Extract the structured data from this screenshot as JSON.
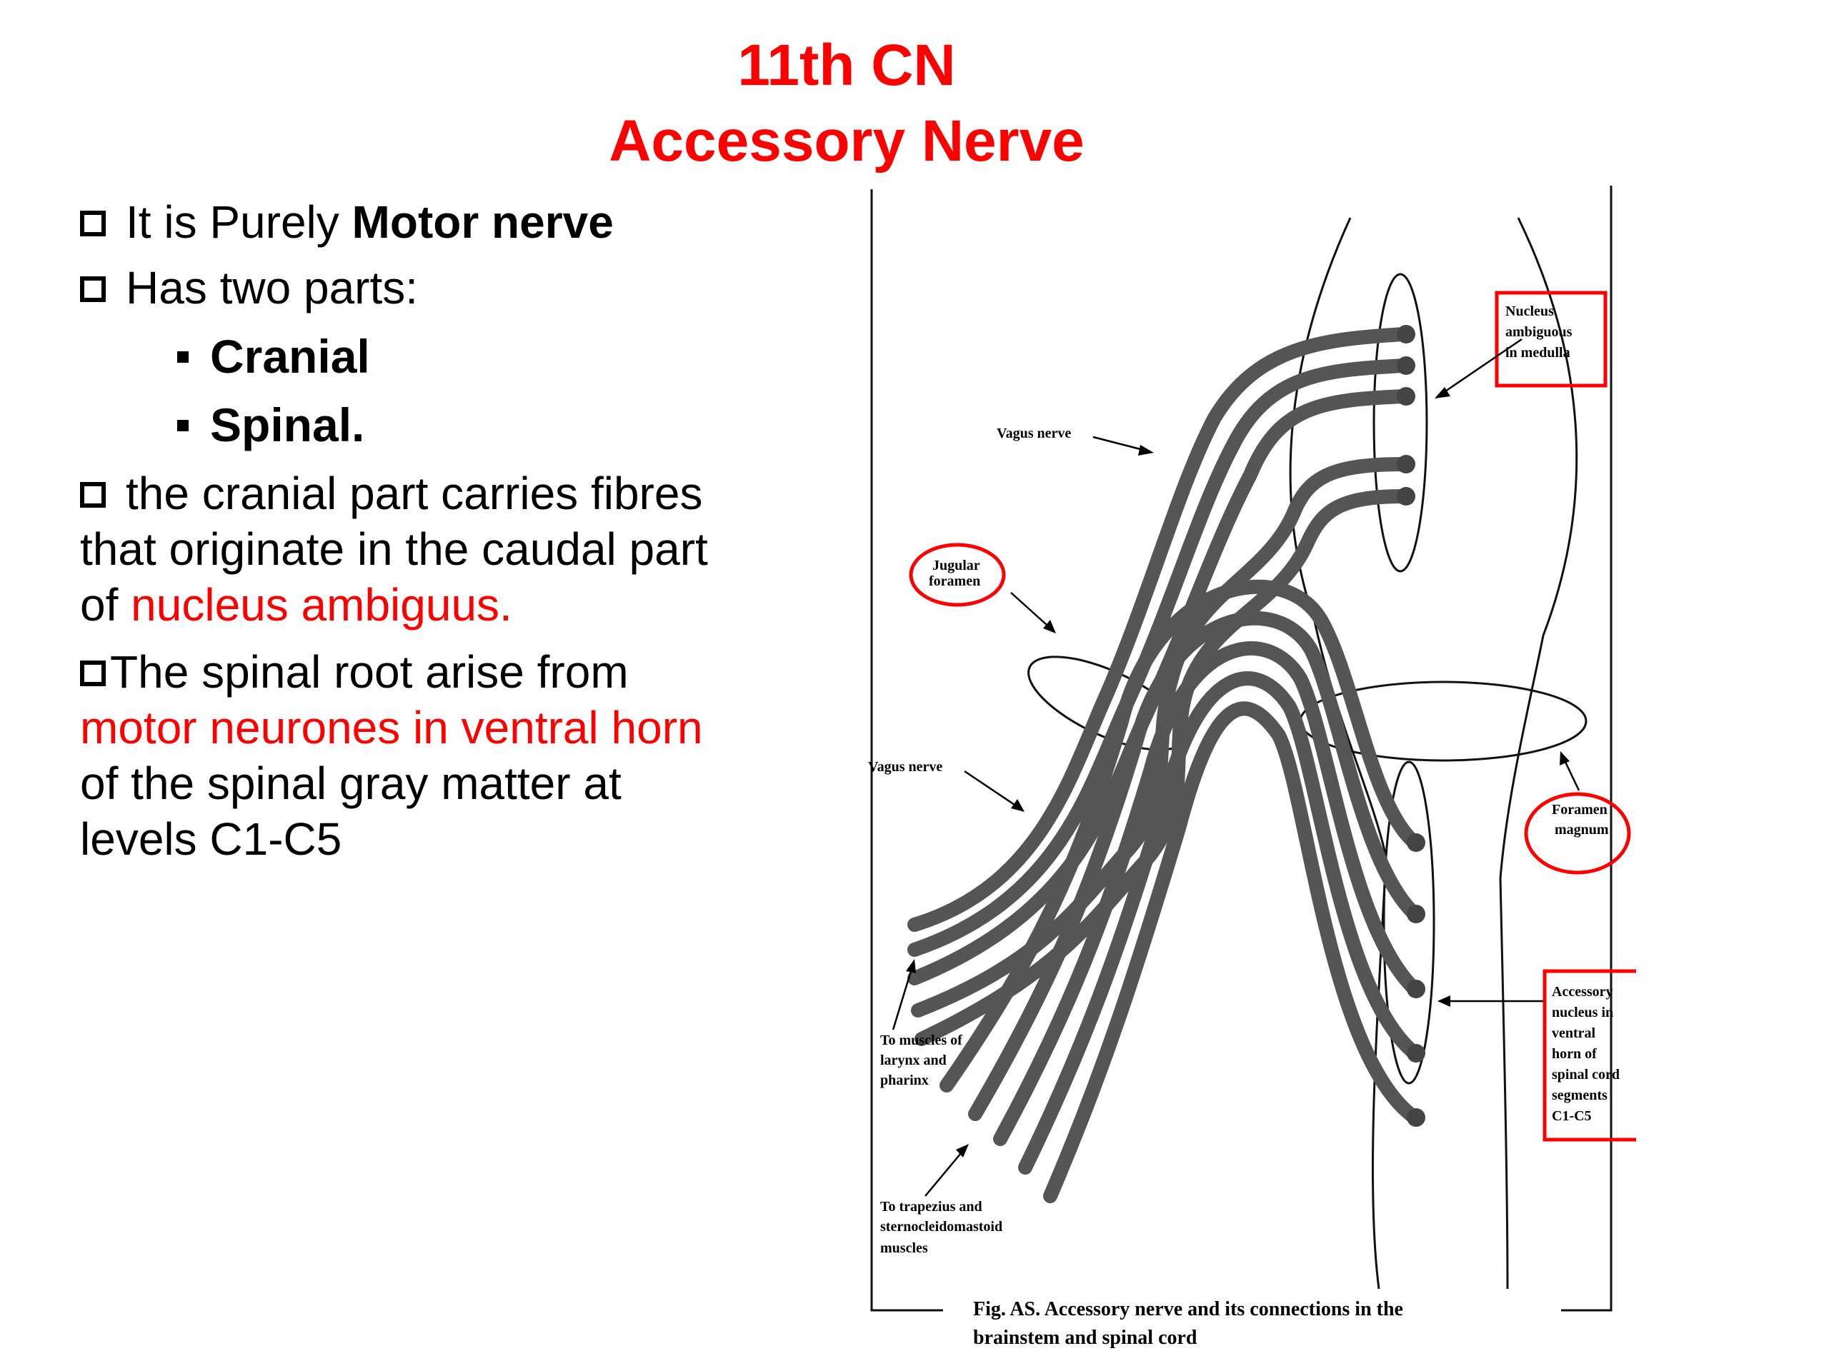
{
  "title": {
    "line1": "11th CN",
    "line2": "Accessory Nerve"
  },
  "bullets": {
    "b1": {
      "pre": "It is Purely ",
      "bold": "Motor nerve"
    },
    "b2": {
      "text": "Has two parts:"
    },
    "parts": [
      "Cranial",
      "Spinal."
    ],
    "b3": {
      "line1": "the cranial part carries fibres",
      "line2": "that originate in the caudal part",
      "line3_pre": "of ",
      "line3_red": "nucleus ambiguus."
    },
    "b4": {
      "line1": "The spinal root arise from",
      "line2_red": "motor neurones in ventral horn",
      "line3": "of the spinal gray matter at",
      "line4": "levels C1-C5"
    }
  },
  "diagram": {
    "labels": {
      "vagus_top": "Vagus nerve",
      "vagus_bottom": "Vagus nerve",
      "jugular": [
        "Jugular",
        "foramen"
      ],
      "nucleus_ambiguus": [
        "Nucleus",
        "ambiguous",
        "in medulla"
      ],
      "foramen_magnum": [
        "Foramen",
        "magnum"
      ],
      "accessory_nucleus": [
        "Accessory",
        "nucleus in",
        "ventral",
        "horn of",
        "spinal cord",
        "segments",
        "C1-C5"
      ],
      "larynx": [
        "To muscles of",
        "larynx and",
        "pharinx"
      ],
      "trapezius": [
        "To trapezius and",
        "sternocleidomastoid",
        "muscles"
      ]
    },
    "caption": [
      "Fig. AS.  Accessory nerve and its connections in the",
      "brainstem and spinal cord"
    ],
    "highlight_color": "#ff0000"
  }
}
